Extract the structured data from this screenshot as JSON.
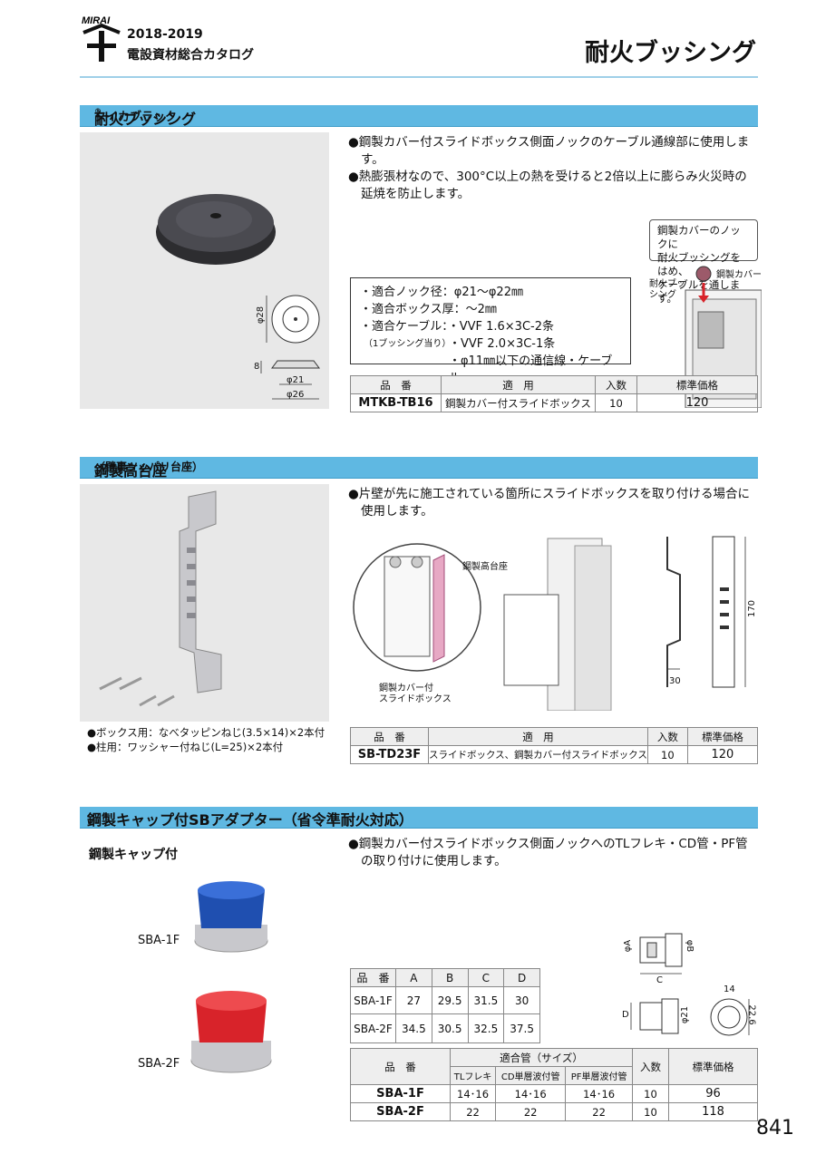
{
  "header": {
    "logo_text": "MIRAI",
    "year": "2018-2019",
    "catalog_name": "電設資材総合カタログ",
    "page_title": "耐火ブッシング"
  },
  "sec1": {
    "title_prefix": "タイカブラック",
    "title_reg": "®",
    "title_main": "耐火ブッシング",
    "bullets": [
      "●鋼製カバー付スライドボックス側面ノックのケーブル通線部に使用します。",
      "●熱膨張材なので、300°C以上の熱を受けると2倍以上に膨らみ火災時の延焼を防止します。"
    ],
    "dims": {
      "d28": "φ28",
      "h8": "8",
      "d21": "φ21",
      "d26": "φ26"
    },
    "spec": {
      "line1": "・適合ノック径：φ21～φ22㎜",
      "line2": "・適合ボックス厚：～2㎜",
      "line3": "・適合ケーブル：・VVF 1.6×3C-2条",
      "line4_note": "（1ブッシング当り）",
      "line4": "・VVF 2.0×3C-1条",
      "line5": "・φ11㎜以下の通信線・ケーブル"
    },
    "callout": {
      "text1": "鋼製カバーのノックに",
      "text2": "耐火ブッシングをはめ、",
      "text3": "ケーブルを通します。",
      "label_bushing": "耐火ブッシング",
      "label_cover": "鋼製カバー"
    },
    "table": {
      "headers": [
        "品　番",
        "適　用",
        "入数",
        "標準価格"
      ],
      "rows": [
        [
          "MTKB-TB16",
          "鋼製カバー付スライドボックス",
          "10",
          "120"
        ]
      ]
    }
  },
  "sec2": {
    "title_main": "鋼製高台座",
    "title_sub": "（壁裏ツッパリ台座）",
    "bullets": [
      "●片壁が先に施工されている箇所にスライドボックスを取り付ける場合に使用します。"
    ],
    "photo_notes": [
      "●ボックス用：なべタッピンねじ(3.5×14)×2本付",
      "●柱用：ワッシャー付ねじ(L=25)×2本付"
    ],
    "diagram_labels": {
      "stand": "鋼製高台座",
      "box1": "鋼製カバー付",
      "box2": "スライドボックス"
    },
    "dims": {
      "h170": "170",
      "w30": "30"
    },
    "table": {
      "headers": [
        "品　番",
        "適　用",
        "入数",
        "標準価格"
      ],
      "rows": [
        [
          "SB-TD23F",
          "スライドボックス、鋼製カバー付スライドボックス",
          "10",
          "120"
        ]
      ]
    }
  },
  "sec3": {
    "title_main": "鋼製キャップ付SBアダプター（省令準耐火対応）",
    "subtitle": "鋼製キャップ付",
    "bullets": [
      "●鋼製カバー付スライドボックス側面ノックへのTLフレキ・CD管・PF管の取り付けに使用します。"
    ],
    "label_1f": "SBA-1F",
    "label_2f": "SBA-2F",
    "dim_table": {
      "headers": [
        "品　番",
        "A",
        "B",
        "C",
        "D"
      ],
      "rows": [
        [
          "SBA-1F",
          "27",
          "29.5",
          "31.5",
          "30"
        ],
        [
          "SBA-2F",
          "34.5",
          "30.5",
          "32.5",
          "37.5"
        ]
      ]
    },
    "dims": {
      "a": "φA",
      "b": "φB",
      "c": "C",
      "d": "D",
      "d21": "φ21",
      "w14": "14",
      "h226": "22.6"
    },
    "table": {
      "h_pn": "品　番",
      "h_pipe": "適合管（サイズ）",
      "h_qty": "入数",
      "h_price": "標準価格",
      "sub": [
        "TLフレキ",
        "CD単層波付管",
        "PF単層波付管"
      ],
      "rows": [
        [
          "SBA-1F",
          "14･16",
          "14･16",
          "14･16",
          "10",
          "96"
        ],
        [
          "SBA-2F",
          "22",
          "22",
          "22",
          "10",
          "118"
        ]
      ]
    }
  },
  "footer": {
    "page_number": "841"
  },
  "colors": {
    "section_bar": "#5fb8e2",
    "photo_bg": "#e8e8e8",
    "accent_red": "#d8232a",
    "accent_blue": "#1f4fb0"
  }
}
